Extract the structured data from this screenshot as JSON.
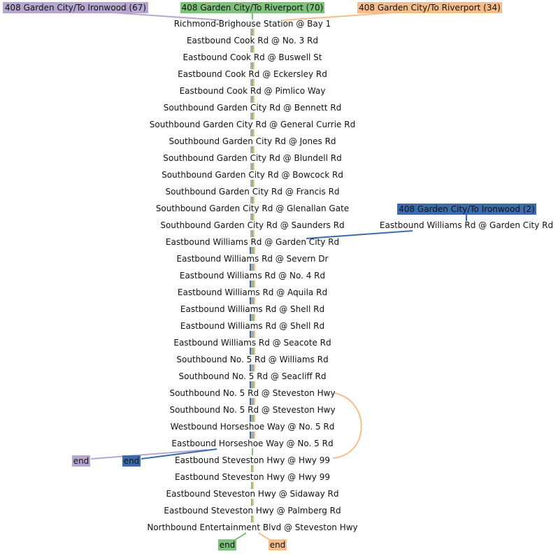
{
  "colors": {
    "purple": "#b7a6cf",
    "green": "#7dc27a",
    "orange": "#f7bd86",
    "blue": "#3a6bae",
    "background": "#ffffff",
    "text": "#111111"
  },
  "routes": [
    {
      "id": "r67",
      "label": "408 Garden City/To Ironwood (67)",
      "color": "purple"
    },
    {
      "id": "r70",
      "label": "408 Garden City/To Riverport (70)",
      "color": "green"
    },
    {
      "id": "r34",
      "label": "408 Garden City/To Riverport (34)",
      "color": "orange"
    },
    {
      "id": "r2",
      "label": "408 Garden City/To Ironwood (2)",
      "color": "blue"
    }
  ],
  "stops": [
    "Richmond-Brighouse Station @ Bay 1",
    "Eastbound Cook Rd @ No. 3 Rd",
    "Eastbound Cook Rd @ Buswell St",
    "Eastbound Cook Rd @ Eckersley Rd",
    "Eastbound Cook Rd @ Pimlico Way",
    "Southbound Garden City Rd @ Bennett Rd",
    "Southbound Garden City Rd @ General Currie Rd",
    "Southbound Garden City Rd @ Jones Rd",
    "Southbound Garden City Rd @ Blundell Rd",
    "Southbound Garden City Rd @ Bowcock Rd",
    "Southbound Garden City Rd @ Francis Rd",
    "Southbound Garden City Rd @ Glenallan Gate",
    "Southbound Garden City Rd @ Saunders Rd",
    "Eastbound Williams Rd @ Garden City Rd",
    "Eastbound Williams Rd @ Severn Dr",
    "Eastbound Williams Rd @ No. 4 Rd",
    "Eastbound Williams Rd @ Aquila Rd",
    "Eastbound Williams Rd @ Shell Rd",
    "Eastbound Williams Rd @ Shell Rd",
    "Eastbound Williams Rd @ Seacote Rd",
    "Southbound No. 5 Rd @ Williams Rd",
    "Southbound No. 5 Rd @ Seacliff Rd",
    "Southbound No. 5 Rd @ Steveston Hwy",
    "Southbound No. 5 Rd @ Steveston Hwy",
    "Westbound Horseshoe Way @ No. 5 Rd",
    "Eastbound Horseshoe Way @ No. 5 Rd",
    "Eastbound Steveston Hwy @ Hwy 99",
    "Eastbound Steveston Hwy @ Hwy 99",
    "Eastbound Steveston Hwy @ Sidaway Rd",
    "Eastbound Steveston Hwy @ Palmberg Rd",
    "Northbound Entertainment Blvd @ Steveston Hwy"
  ],
  "side_stop": "Eastbound Williams Rd @ Garden City Rd",
  "end_label": "end"
}
